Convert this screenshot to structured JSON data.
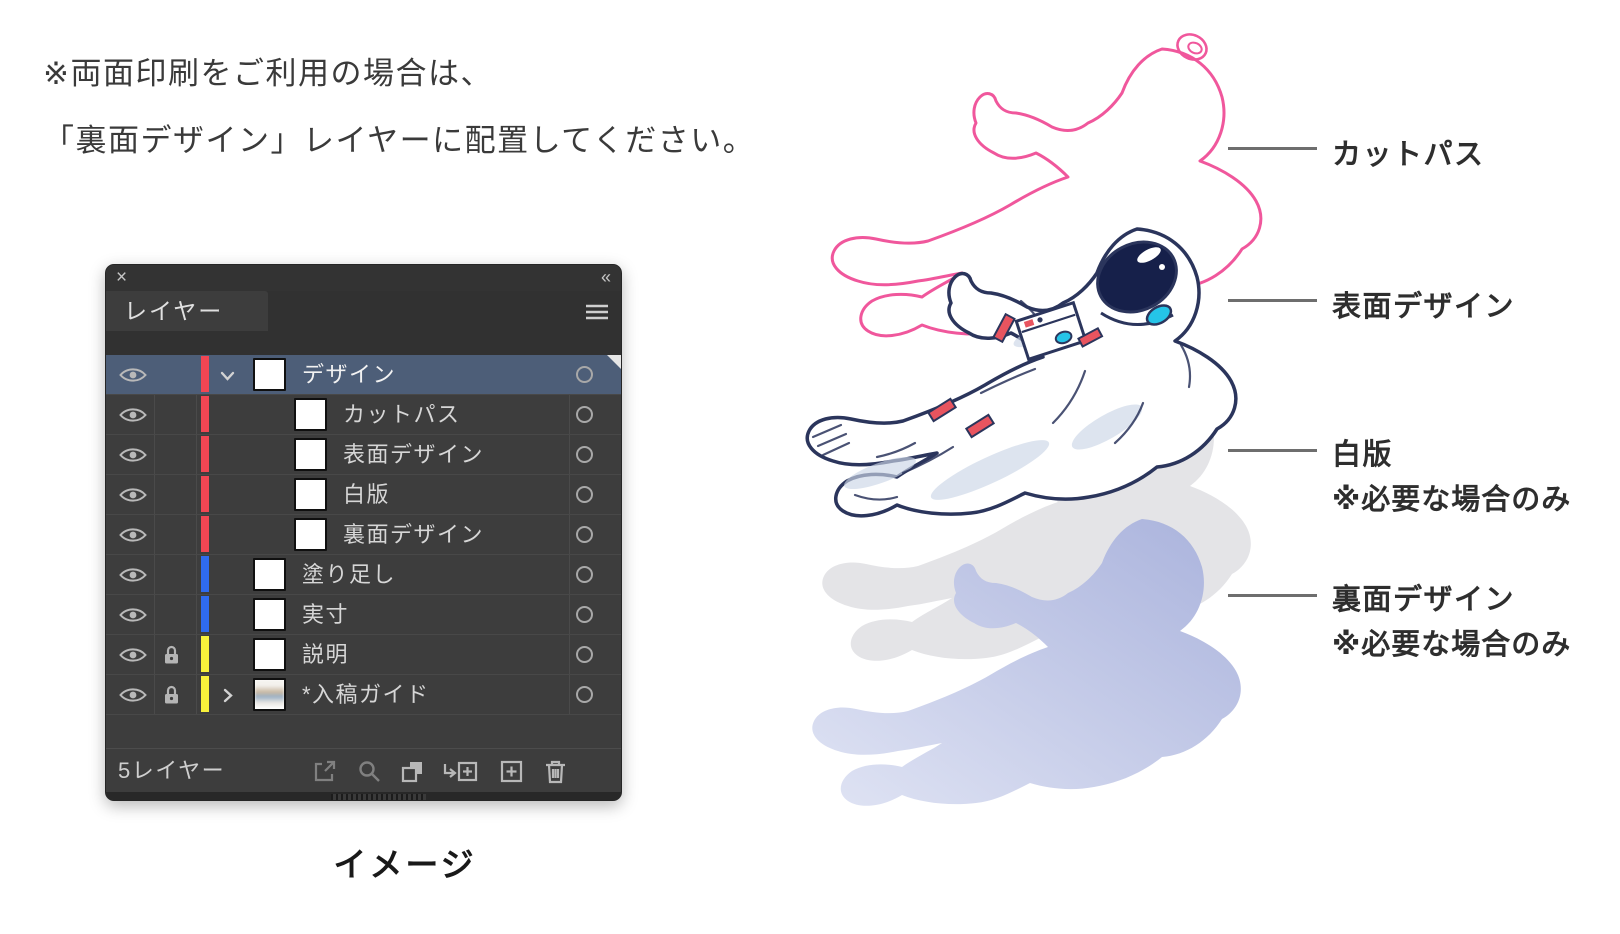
{
  "instruction_note": {
    "line1": "※両面印刷をご利用の場合は、",
    "line2": "「裏面デザイン」レイヤーに配置してください。"
  },
  "layers_panel": {
    "window": {
      "close_glyph": "×",
      "collapse_glyph": "«"
    },
    "tab_label": "レイヤー",
    "rows": [
      {
        "name": "デザイン",
        "type": "parent",
        "selected": true,
        "visible": true,
        "locked": false,
        "expanded": true,
        "color": "#f14653"
      },
      {
        "name": "カットパス",
        "type": "sublayer",
        "selected": false,
        "visible": true,
        "locked": false,
        "color": "#f14653"
      },
      {
        "name": "表面デザイン",
        "type": "sublayer",
        "selected": false,
        "visible": true,
        "locked": false,
        "color": "#f14653"
      },
      {
        "name": "白版",
        "type": "sublayer",
        "selected": false,
        "visible": true,
        "locked": false,
        "color": "#f14653"
      },
      {
        "name": "裏面デザイン",
        "type": "sublayer",
        "selected": false,
        "visible": true,
        "locked": false,
        "color": "#f14653"
      },
      {
        "name": "塗り足し",
        "type": "parent",
        "selected": false,
        "visible": true,
        "locked": false,
        "color": "#2f6bef"
      },
      {
        "name": "実寸",
        "type": "parent",
        "selected": false,
        "visible": true,
        "locked": false,
        "color": "#2f6bef"
      },
      {
        "name": "説明",
        "type": "parent",
        "selected": false,
        "visible": true,
        "locked": true,
        "color": "#f8f13b"
      },
      {
        "name": "*入稿ガイド",
        "type": "parent",
        "selected": false,
        "visible": true,
        "locked": true,
        "expanded": false,
        "color": "#f8f13b",
        "thumb": "image"
      }
    ],
    "footer": {
      "count_label": "5レイヤー",
      "icons": [
        "collect-for-export",
        "locate-object",
        "make-clip-mask",
        "new-sublayer",
        "new-layer",
        "delete-layer"
      ]
    }
  },
  "caption": "イメージ",
  "annotations": [
    {
      "label": "カットパス"
    },
    {
      "label": "表面デザイン"
    },
    {
      "label": "白版",
      "note": "※必要な場合のみ"
    },
    {
      "label": "裏面デザイン",
      "note": "※必要な場合のみ"
    }
  ],
  "art_colors": {
    "cut_path_stroke": "#f0579c",
    "white_plate_fill": "#e4e4e7",
    "back_design_top": "#a9b2dc",
    "back_design_bottom": "#e0e4f4",
    "suit_outline": "#2b355c",
    "visor_fill": "#16204a",
    "accent_cyan": "#25c4e8",
    "strap_red": "#e8545f"
  }
}
